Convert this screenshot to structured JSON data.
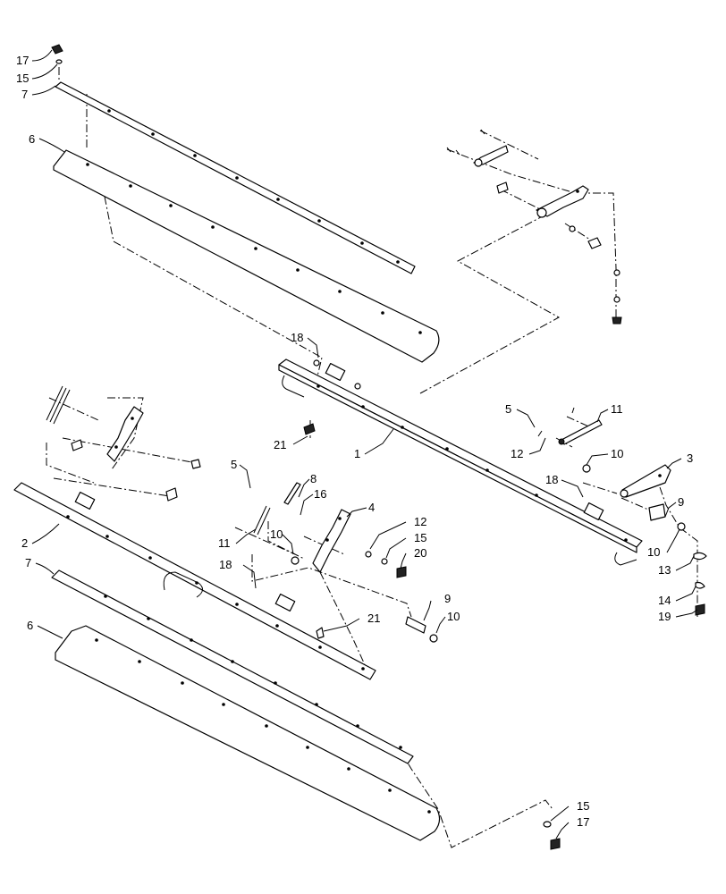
{
  "callouts": [
    {
      "label": "17"
    },
    {
      "label": "15"
    },
    {
      "label": "7"
    },
    {
      "label": "6"
    },
    {
      "label": "18"
    },
    {
      "label": "21"
    },
    {
      "label": "1"
    },
    {
      "label": "5"
    },
    {
      "label": "11"
    },
    {
      "label": "12"
    },
    {
      "label": "10"
    },
    {
      "label": "3"
    },
    {
      "label": "18"
    },
    {
      "label": "9"
    },
    {
      "label": "10"
    },
    {
      "label": "13"
    },
    {
      "label": "14"
    },
    {
      "label": "19"
    },
    {
      "label": "2"
    },
    {
      "label": "7"
    },
    {
      "label": "6"
    },
    {
      "label": "5"
    },
    {
      "label": "8"
    },
    {
      "label": "16"
    },
    {
      "label": "4"
    },
    {
      "label": "11"
    },
    {
      "label": "10"
    },
    {
      "label": "18"
    },
    {
      "label": "12"
    },
    {
      "label": "15"
    },
    {
      "label": "20"
    },
    {
      "label": "9"
    },
    {
      "label": "21"
    },
    {
      "label": "10"
    },
    {
      "label": "15"
    },
    {
      "label": "17"
    }
  ]
}
